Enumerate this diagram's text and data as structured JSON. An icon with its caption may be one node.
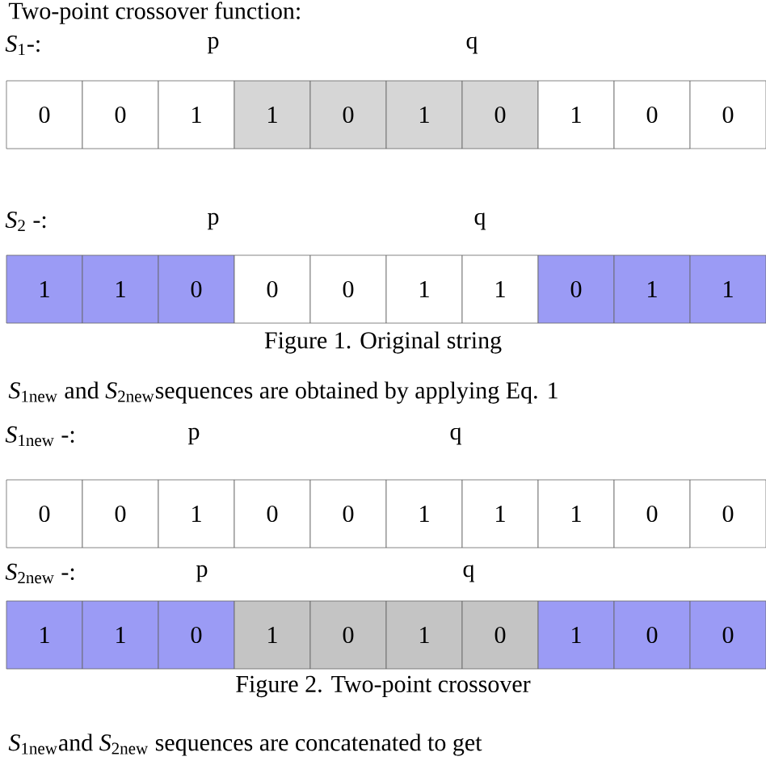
{
  "diagram": {
    "title": "Two-point crossover function:",
    "labels": [
      "*S*$_{1}$-:",
      "p",
      "q",
      "0",
      "0",
      "1",
      "1",
      "0",
      "1",
      "0",
      "1",
      "0",
      "0",
      "*S*$_{2}$ -:",
      "p",
      "q",
      "1",
      "1",
      "0",
      "0",
      "0",
      "1",
      "1",
      "0",
      "1",
      "1",
      "Figure 1. Original string",
      "*S*$_{1new}$ and *S*$_{2new}$sequences are obtained by applying Eq. 1",
      "*S*$_{1new}$ -:",
      "p",
      "q",
      "0",
      "0",
      "1",
      "0",
      "0",
      "1",
      "1",
      "1",
      "0",
      "0",
      "*S*$_{2new}$ -:",
      "p",
      "q",
      "1",
      "1",
      "0",
      "1",
      "0",
      "1",
      "0",
      "1",
      "0",
      "0",
      "Figure 2. Two-point crossover",
      "*S*$_{1new}$and *S*$_{2new}$ sequences are concatenated to get"
    ]
  }
}
